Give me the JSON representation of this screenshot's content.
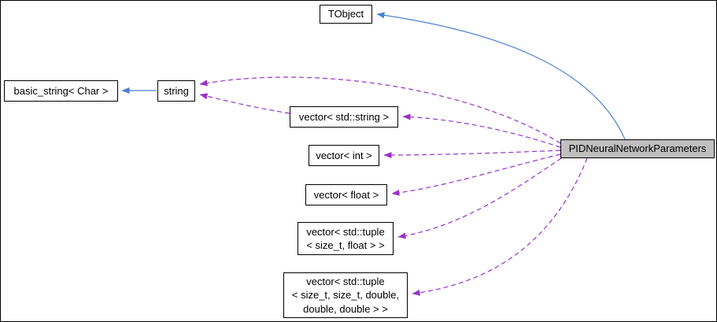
{
  "diagram": {
    "type": "doxygen-collaboration-graph",
    "focus_node": "PIDNeuralNetworkParameters",
    "colors": {
      "inheritance_edge": "#4a7fd4",
      "usage_edge": "#9a32cd",
      "node_fill": "#ffffff",
      "focus_node_fill": "#bfbfbf",
      "node_border": "#000000",
      "background": "#ffffff"
    },
    "nodes": {
      "tobject": {
        "label": "TObject"
      },
      "basicstring": {
        "label": "basic_string< Char >"
      },
      "string": {
        "label": "string"
      },
      "vecstring": {
        "label": "vector< std::string >"
      },
      "vecint": {
        "label": "vector< int >"
      },
      "vecfloat": {
        "label": "vector< float >"
      },
      "vectuple2": {
        "label": "vector< std::tuple\n< size_t, float > >"
      },
      "vectuple5": {
        "label": "vector< std::tuple\n< size_t, size_t, double,\ndouble, double > >"
      },
      "pid": {
        "label": "PIDNeuralNetworkParameters"
      }
    },
    "edges": [
      {
        "from": "PIDNeuralNetworkParameters",
        "to": "TObject",
        "relation": "public-inheritance",
        "style": "solid-blue"
      },
      {
        "from": "string",
        "to": "basic_string< Char >",
        "relation": "public-inheritance",
        "style": "solid-blue"
      },
      {
        "from": "PIDNeuralNetworkParameters",
        "to": "string",
        "relation": "usage",
        "style": "dashed-purple"
      },
      {
        "from": "vector< std::string >",
        "to": "string",
        "relation": "usage",
        "style": "dashed-purple"
      },
      {
        "from": "PIDNeuralNetworkParameters",
        "to": "vector< std::string >",
        "relation": "usage",
        "style": "dashed-purple"
      },
      {
        "from": "PIDNeuralNetworkParameters",
        "to": "vector< int >",
        "relation": "usage",
        "style": "dashed-purple"
      },
      {
        "from": "PIDNeuralNetworkParameters",
        "to": "vector< float >",
        "relation": "usage",
        "style": "dashed-purple"
      },
      {
        "from": "PIDNeuralNetworkParameters",
        "to": "vector< std::tuple< size_t, float > >",
        "relation": "usage",
        "style": "dashed-purple"
      },
      {
        "from": "PIDNeuralNetworkParameters",
        "to": "vector< std::tuple< size_t, size_t, double, double, double > >",
        "relation": "usage",
        "style": "dashed-purple"
      }
    ]
  }
}
